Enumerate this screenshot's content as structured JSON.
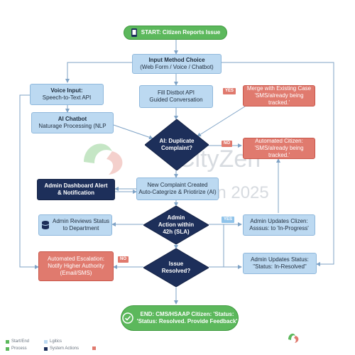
{
  "nodes": {
    "start": "START: Citizen Reports Issue",
    "input_choice_title": "Input Method Choice",
    "input_choice_sub": "(Web Form / Voice / Chatbot)",
    "voice_title": "Voice Input:",
    "voice_sub": "Speech-to-Text API",
    "fill_title": "Fill Distbot API",
    "fill_sub": "Guided Conversation",
    "merge_line1": "Merge with Existing Case",
    "merge_line2": "'SMS/already being tracked.'",
    "ai_chatbot_title": "AI Chatbot",
    "ai_chatbot_sub": "Naturage Processing (NLP",
    "duplicate_line1": "AI: Duplicate",
    "duplicate_line2": "Complaint?",
    "auto_citizen_line1": "Automated Citizen:",
    "auto_citizen_line2": "'SMS/already being tracked.'",
    "dashboard_line1": "Admin Dashboard Alert",
    "dashboard_line2": "& Notification",
    "new_complaint_line1": "New Complaint Created",
    "new_complaint_line2": "Auto-Categrize & Priotirize (AI)",
    "reviews_line1": "Admin Reviews Status",
    "reviews_line2": "to Department",
    "sla_line1": "Admin",
    "sla_line2": "Action within",
    "sla_line3": "42h (SLA)",
    "updates_line1": "Admin Updates Clizen:",
    "updates_line2": "Asssus: to 'In-Progress'",
    "escalation_line1": "Automated Escalation:",
    "escalation_line2": "Notify Higher Authority",
    "escalation_line3": "(Email/SMS)",
    "resolved_q_line1": "Issue",
    "resolved_q_line2": "Resolved?",
    "updates_status_line1": "Admin Updates Status:",
    "updates_status_line2": "\"Status: In-Resolved\"",
    "end_line1": "END: CMS/HSAAP Citizen: 'Status:",
    "end_line2": "'Status: Resolved. Provide Feedback'"
  },
  "edge_labels": {
    "yes_merge": "YES",
    "no_auto": "NO",
    "yes_updates": "YES",
    "no_escalation": "NO"
  },
  "watermark": {
    "brand": "CityZen",
    "year": "an 2025"
  },
  "legend": [
    {
      "label": "Start/End",
      "color": "#5cb85c"
    },
    {
      "label": "Process",
      "color": "#5cb85c"
    },
    {
      "label": "Lgitics",
      "color": "#bcd9f1"
    },
    {
      "label": "System Actions",
      "color": "#1d2f5a"
    },
    {
      "label": "",
      "color": "#e07a6e"
    }
  ],
  "colors": {
    "blue": "#bcd9f1",
    "red": "#e07a6e",
    "navy": "#1d2f5a",
    "green": "#5cb85c",
    "edge": "#7fa3c6"
  }
}
